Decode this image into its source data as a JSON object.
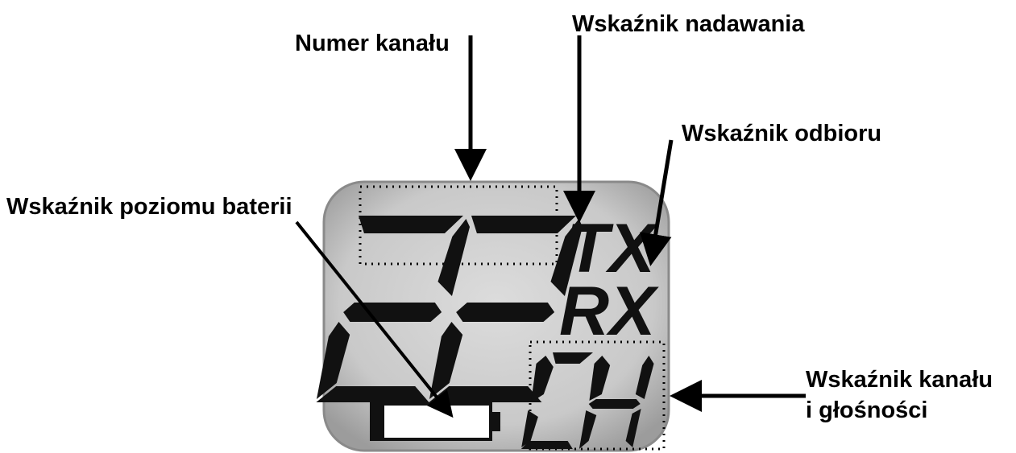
{
  "labels": {
    "channel_number": "Numer kanału",
    "transmit_indicator": "Wskaźnik nadawania",
    "receive_indicator": "Wskaźnik odbioru",
    "battery_indicator": "Wskaźnik poziomu baterii",
    "channel_volume_line1": "Wskaźnik kanału",
    "channel_volume_line2": "i głośności"
  },
  "display": {
    "channel_digits": "22",
    "tx_text": "TX",
    "rx_text": "RX",
    "mode_text": "CH",
    "battery_level": 0
  },
  "colors": {
    "lcd_face": "#c8c8c8",
    "segment": "#111111",
    "frame": "#8a8a8a"
  }
}
